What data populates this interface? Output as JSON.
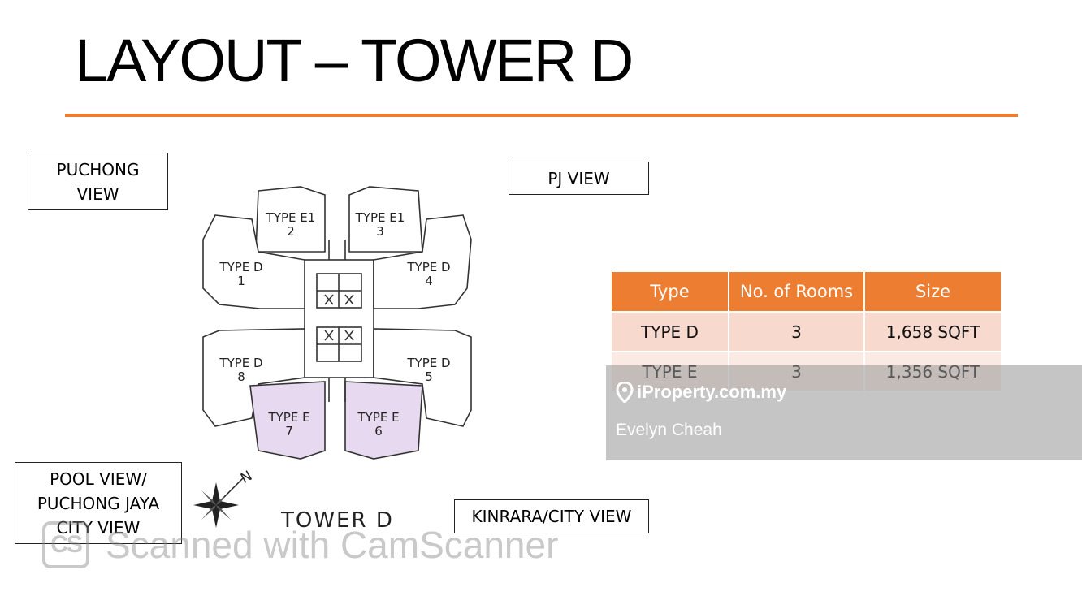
{
  "header": {
    "title": "LAYOUT – TOWER D"
  },
  "views": {
    "puchong": "PUCHONG\nVIEW",
    "pj": "PJ VIEW",
    "pool": "POOL VIEW/\nPUCHONG JAYA\nCITY VIEW",
    "kinrara": "KINRARA/CITY VIEW"
  },
  "floor_plan": {
    "units": [
      {
        "type": "TYPE D",
        "number": "1"
      },
      {
        "type": "TYPE E1",
        "number": "2"
      },
      {
        "type": "TYPE E1",
        "number": "3"
      },
      {
        "type": "TYPE D",
        "number": "4"
      },
      {
        "type": "TYPE D",
        "number": "5"
      },
      {
        "type": "TYPE E",
        "number": "6"
      },
      {
        "type": "TYPE E",
        "number": "7"
      },
      {
        "type": "TYPE D",
        "number": "8"
      }
    ],
    "highlight_color": "#e6d9f0",
    "caption": "TOWER D",
    "compass_label": "N"
  },
  "table": {
    "headers": [
      "Type",
      "No. of Rooms",
      "Size"
    ],
    "rows": [
      {
        "type": "TYPE D",
        "rooms": "3",
        "size": "1,658 SQFT"
      },
      {
        "type": "TYPE E",
        "rooms": "3",
        "size": "1,356 SQFT"
      }
    ],
    "header_color": "#ed7d31"
  },
  "watermark": {
    "brand": "iProperty.com.my",
    "agent": "Evelyn Cheah"
  },
  "scanner": {
    "logo": "CS",
    "text": "Scanned with CamScanner"
  }
}
